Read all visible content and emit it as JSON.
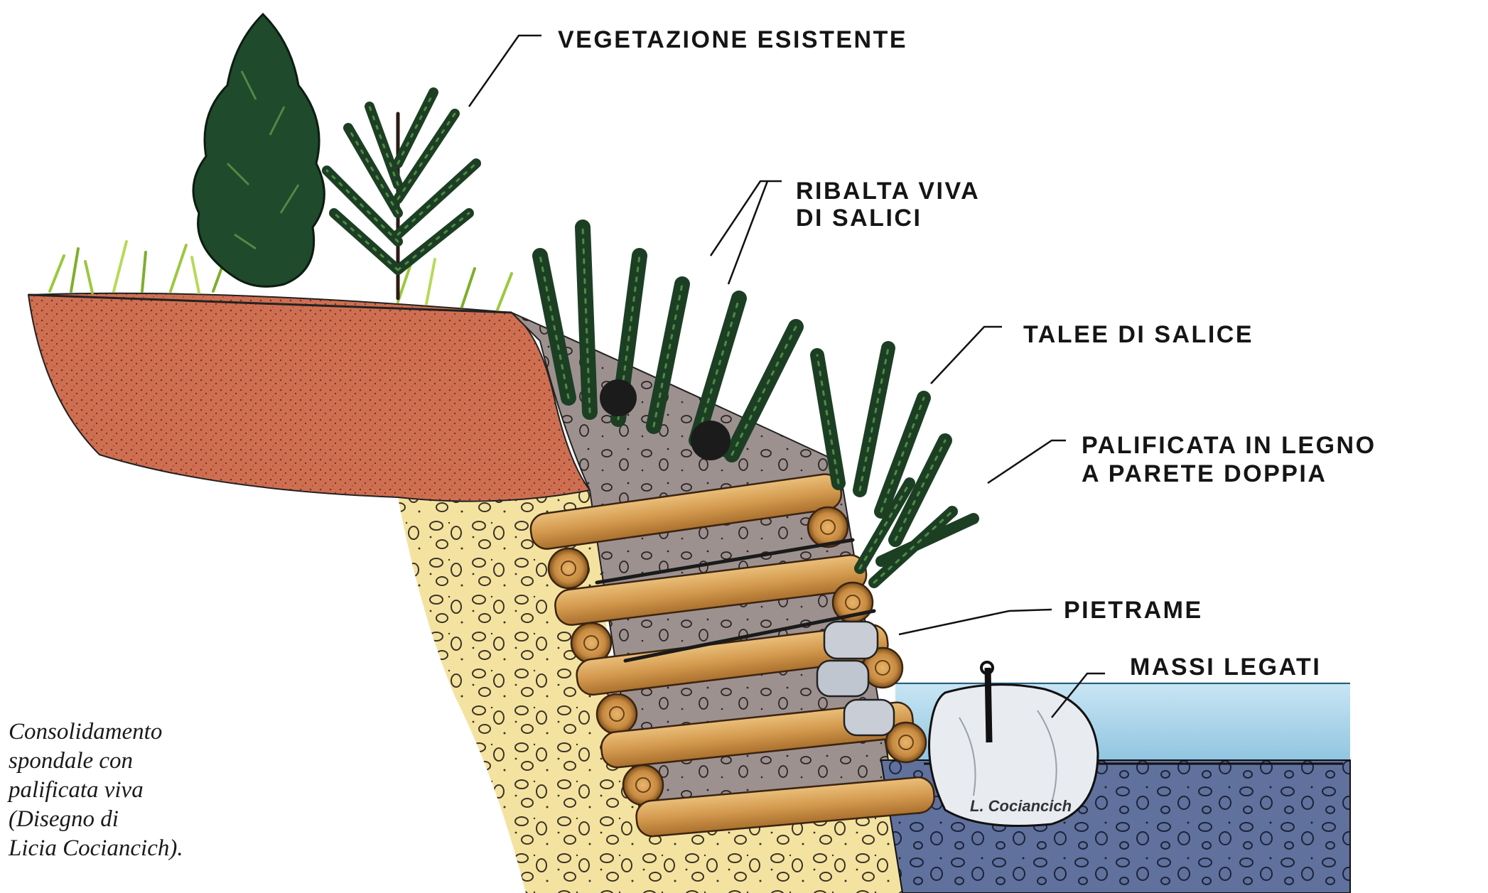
{
  "labels": {
    "vegetazione": "VEGETAZIONE ESISTENTE",
    "ribalta_1": "RIBALTA VIVA",
    "ribalta_2": "DI SALICI",
    "talee": "TALEE DI SALICE",
    "palificata_1": "PALIFICATA IN LEGNO",
    "palificata_2": "A PARETE DOPPIA",
    "pietrame": "PIETRAME",
    "massi": "MASSI LEGATI"
  },
  "caption": {
    "line1": "Consolidamento",
    "line2": "spondale con",
    "line3": "palificata viva",
    "line4": "(Disegno di",
    "line5": "Licia Cociancich)."
  },
  "signature": "L. Cociancich",
  "colors": {
    "soil_red": "#c8664a",
    "gravel_yellow": "#f2dc8c",
    "fill_grey": "#9b8f8d",
    "wood": "#d9a45c",
    "water": "#a9d3ea",
    "riverbed": "#5d6f9a",
    "foliage": "#1f4a2c",
    "grass": "#9cc83e"
  }
}
